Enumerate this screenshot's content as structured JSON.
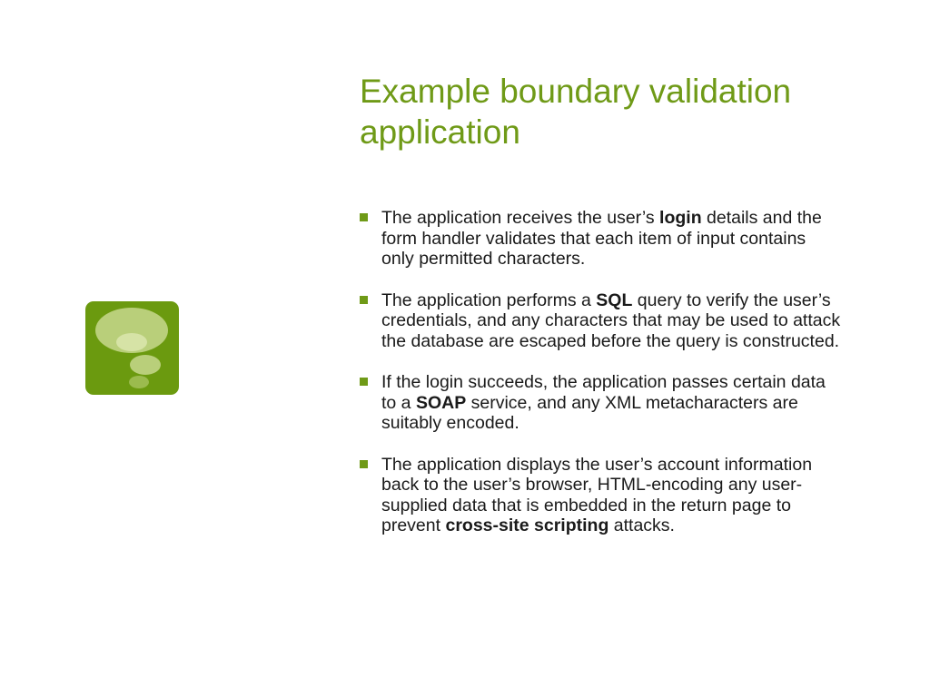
{
  "slide": {
    "title_line1": "Example boundary validation",
    "title_line2": "application",
    "logo_icon": "speech-bubbles-icon",
    "accent_color": "#6f9a17",
    "bullets": [
      {
        "parts": [
          {
            "text": "The application receives the user’s ",
            "bold": false
          },
          {
            "text": "login",
            "bold": true
          },
          {
            "text": " details and the form handler validates that each item of input contains only permitted characters.",
            "bold": false
          }
        ]
      },
      {
        "parts": [
          {
            "text": "The application performs a ",
            "bold": false
          },
          {
            "text": "SQL",
            "bold": true
          },
          {
            "text": " query to verify the user’s credentials, and any characters that may be used to attack the database are escaped before the query is constructed.",
            "bold": false
          }
        ]
      },
      {
        "parts": [
          {
            "text": "If the login succeeds, the application passes certain data to a ",
            "bold": false
          },
          {
            "text": "SOAP",
            "bold": true
          },
          {
            "text": " service, and any XML metacharacters are suitably encoded.",
            "bold": false
          }
        ]
      },
      {
        "parts": [
          {
            "text": "The application displays the user’s account information back to the user’s browser, HTML-encoding any user-supplied data that is embedded in the return page to prevent ",
            "bold": false
          },
          {
            "text": "cross-site scripting",
            "bold": true
          },
          {
            "text": " attacks.",
            "bold": false
          }
        ]
      }
    ]
  }
}
